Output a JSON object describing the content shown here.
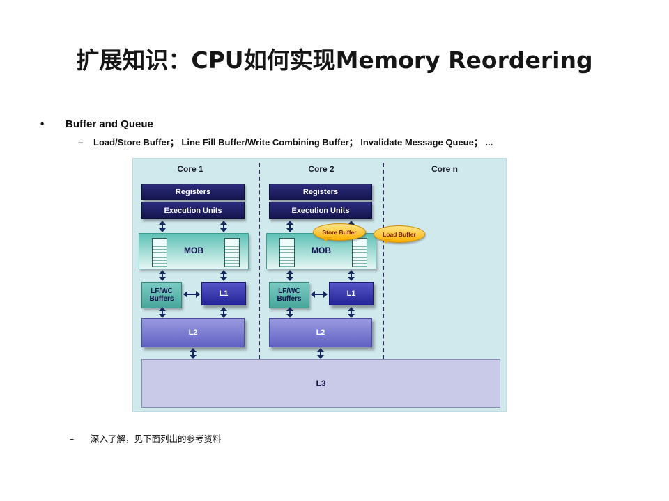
{
  "slide": {
    "title": "扩展知识：CPU如何实现Memory Reordering",
    "bullet_marker": "•",
    "dash_marker": "–",
    "bullet": "Buffer and Queue",
    "sub_bullet": "Load/Store Buffer；  Line Fill Buffer/Write Combining Buffer；  Invalidate Message Queue；  ...",
    "footer_bullet": "深入了解，见下面列出的参考资料"
  },
  "diagram": {
    "core1": "Core 1",
    "core2": "Core 2",
    "coren": "Core n",
    "registers": "Registers",
    "execution_units": "Execution Units",
    "mob": "MOB",
    "lfwc_buffers": "LF/WC Buffers",
    "l1": "L1",
    "l2": "L2",
    "l3": "L3",
    "store_buffer": "Store Buffer",
    "load_buffer": "Load Buffer"
  },
  "colors": {
    "panel_bg": "#cfe9ed",
    "navy_box": "#15154d",
    "teal_box": "#5ec1b6",
    "l1_box": "#242497",
    "l2_box": "#6262c4",
    "l3_box": "#c9c9e8",
    "callout": "#ffaf00",
    "arrow": "#16265c"
  }
}
